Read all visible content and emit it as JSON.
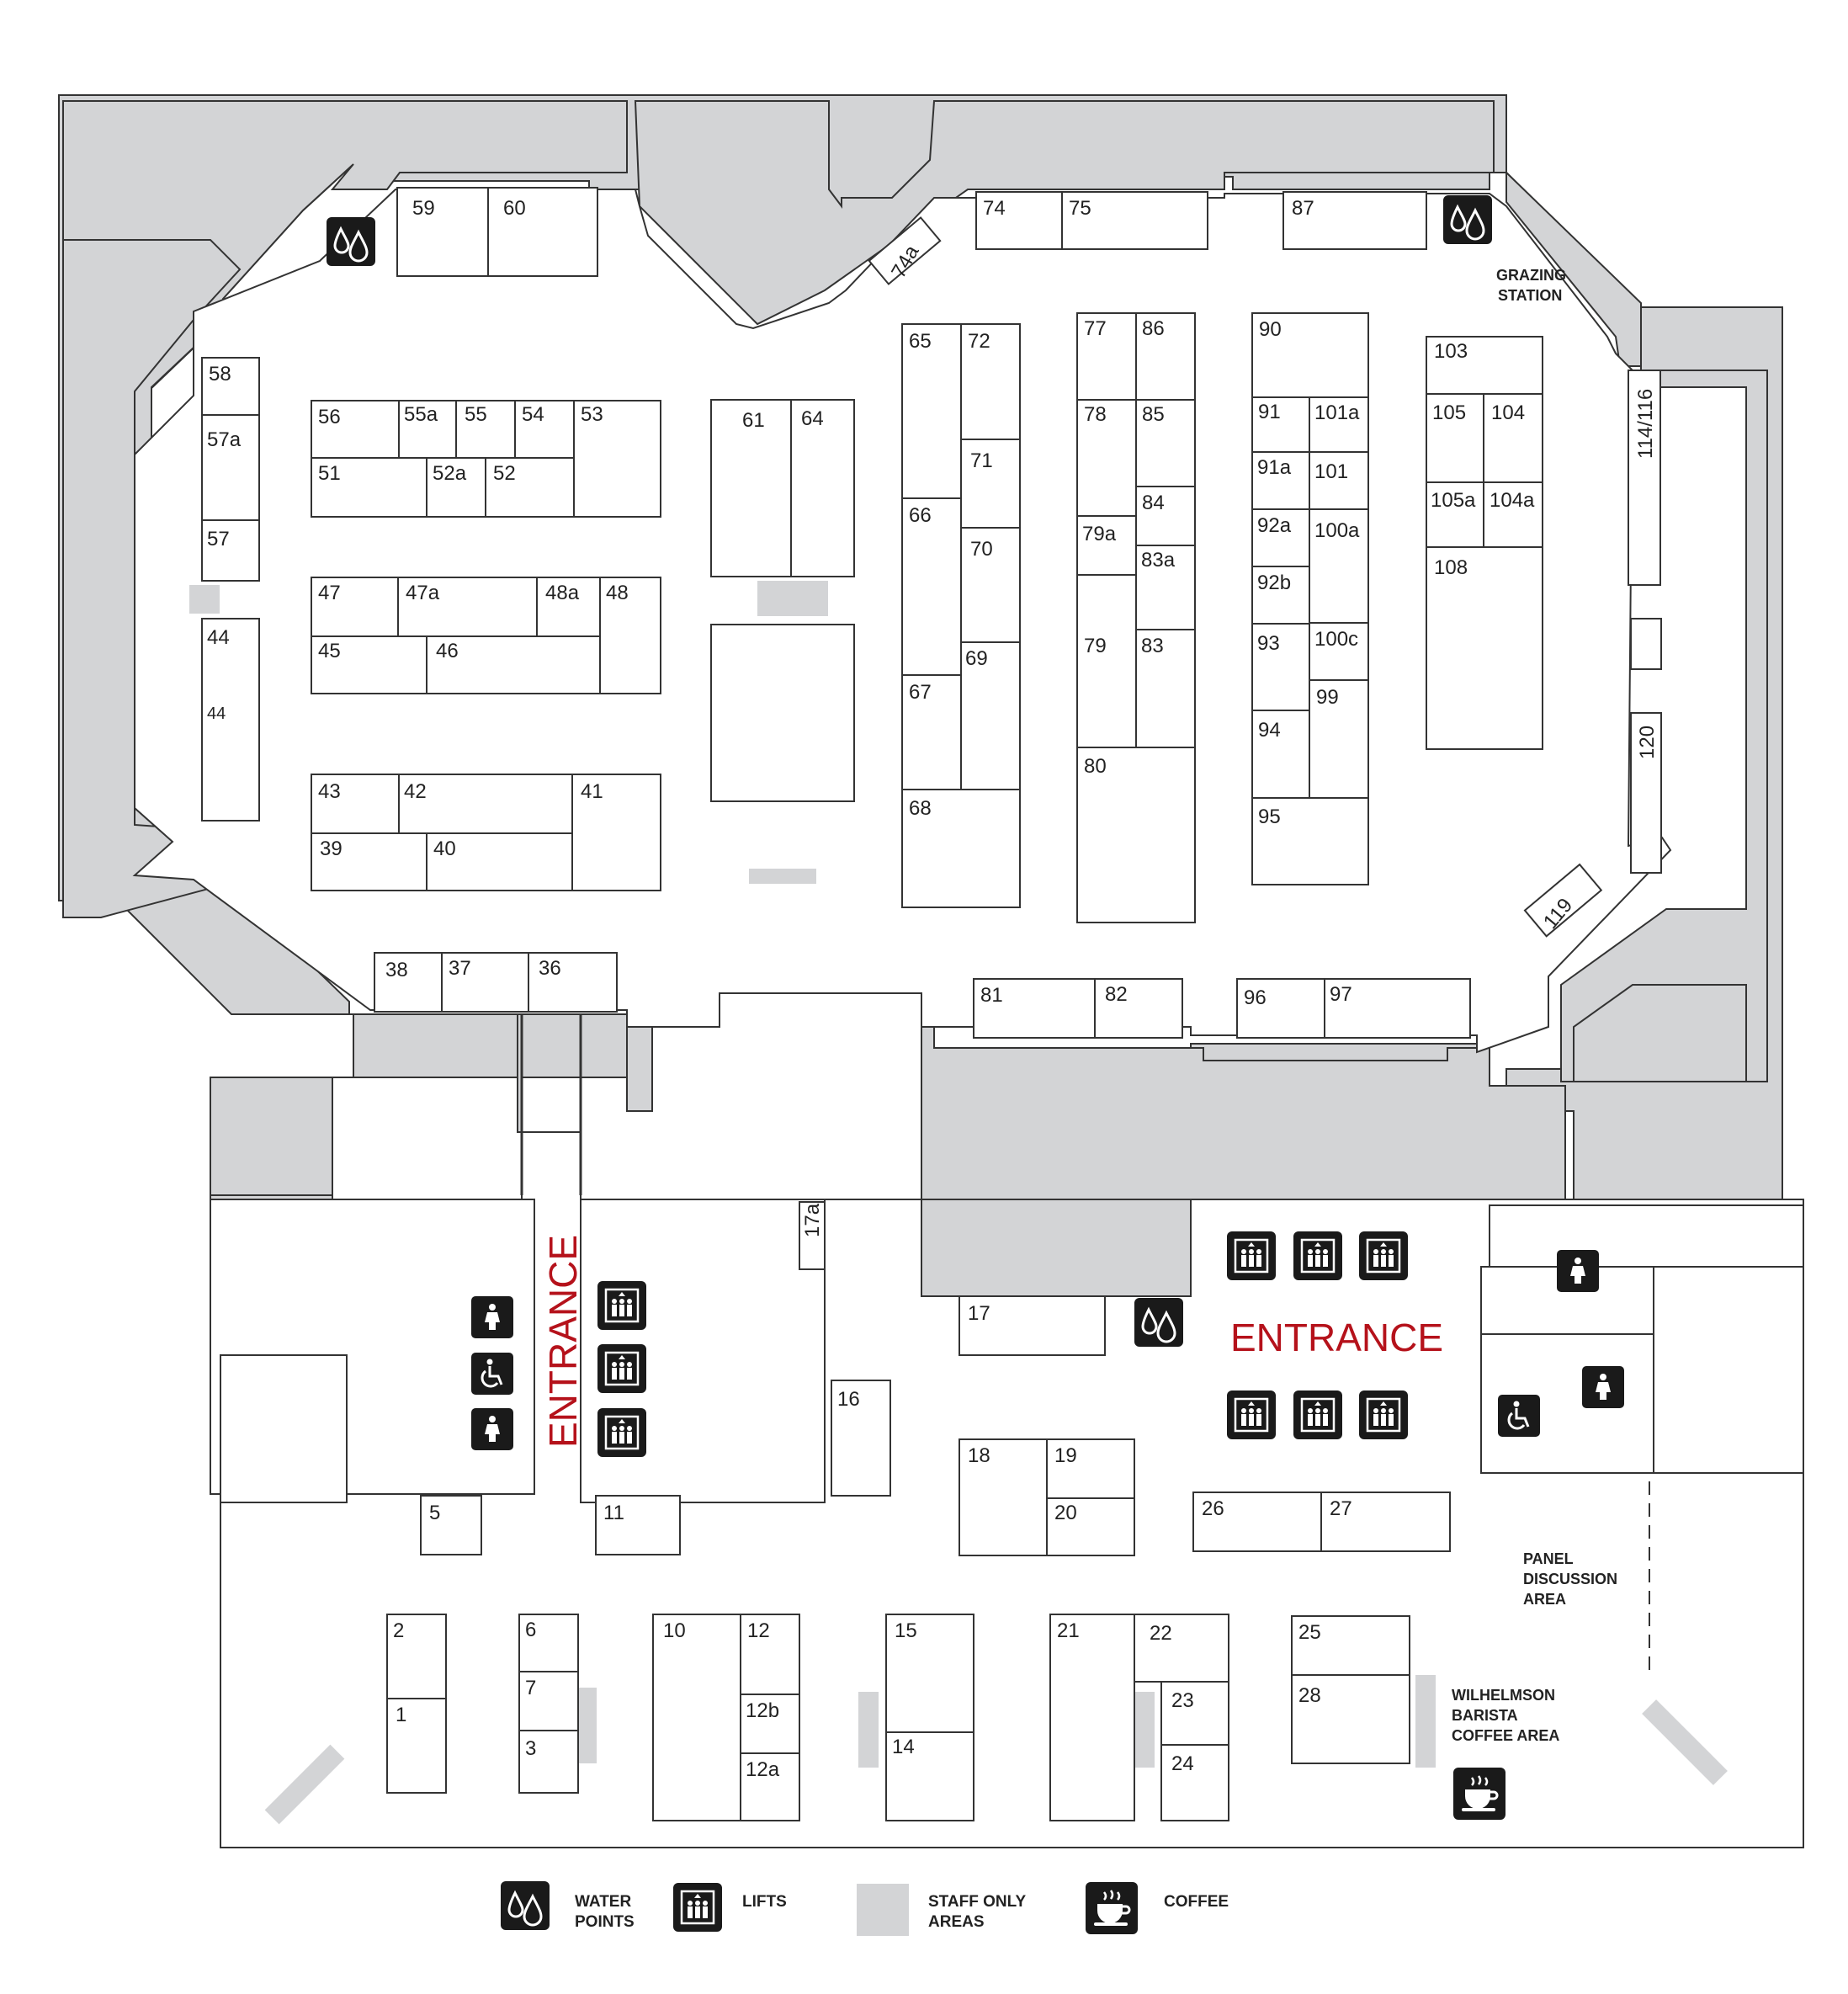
{
  "colors": {
    "staff_area": "#d3d4d6",
    "entrance_text": "#b5121b",
    "icon_background": "#1a1a1a",
    "booth_fill": "#ffffff",
    "wall_stroke": "#333333"
  },
  "entrances": {
    "west": "ENTRANCE",
    "east": "ENTRANCE"
  },
  "areas": {
    "grazing_line1": "GRAZING",
    "grazing_line2": "STATION",
    "panel_line1": "PANEL",
    "panel_line2": "DISCUSSION",
    "panel_line3": "AREA",
    "barista_line1": "WILHELMSON",
    "barista_line2": "BARISTA",
    "barista_line3": "COFFEE AREA"
  },
  "booths": [
    "59",
    "60",
    "74",
    "75",
    "87",
    "74a",
    "58",
    "57a",
    "57",
    "56",
    "55a",
    "55",
    "54",
    "53",
    "51",
    "52a",
    "52",
    "61",
    "64",
    "65",
    "72",
    "71",
    "66",
    "70",
    "69",
    "67",
    "68",
    "77",
    "86",
    "78",
    "85",
    "84",
    "79a",
    "83a",
    "79",
    "83",
    "80",
    "90",
    "91",
    "101a",
    "91a",
    "101",
    "92a",
    "100a",
    "92b",
    "93",
    "100c",
    "99",
    "94",
    "95",
    "103",
    "105",
    "104",
    "105a",
    "104a",
    "108",
    "114/116",
    "120",
    "119",
    "47",
    "47a",
    "48a",
    "48",
    "45",
    "46",
    "44",
    "44",
    "43",
    "42",
    "41",
    "39",
    "40",
    "38",
    "37",
    "36",
    "81",
    "82",
    "96",
    "97",
    "17a",
    "17",
    "16",
    "18",
    "19",
    "20",
    "26",
    "27",
    "5",
    "11",
    "2",
    "1",
    "6",
    "7",
    "3",
    "10",
    "12",
    "12b",
    "12a",
    "15",
    "14",
    "21",
    "22",
    "23",
    "24",
    "25",
    "28"
  ],
  "legend": {
    "water_line1": "WATER",
    "water_line2": "POINTS",
    "lifts": "LIFTS",
    "staff_line1": "STAFF ONLY",
    "staff_line2": "AREAS",
    "coffee": "COFFEE"
  },
  "icons": [
    "water-drops-icon",
    "lift-icon",
    "toilet-icon",
    "accessible-toilet-icon",
    "coffee-cup-icon"
  ]
}
